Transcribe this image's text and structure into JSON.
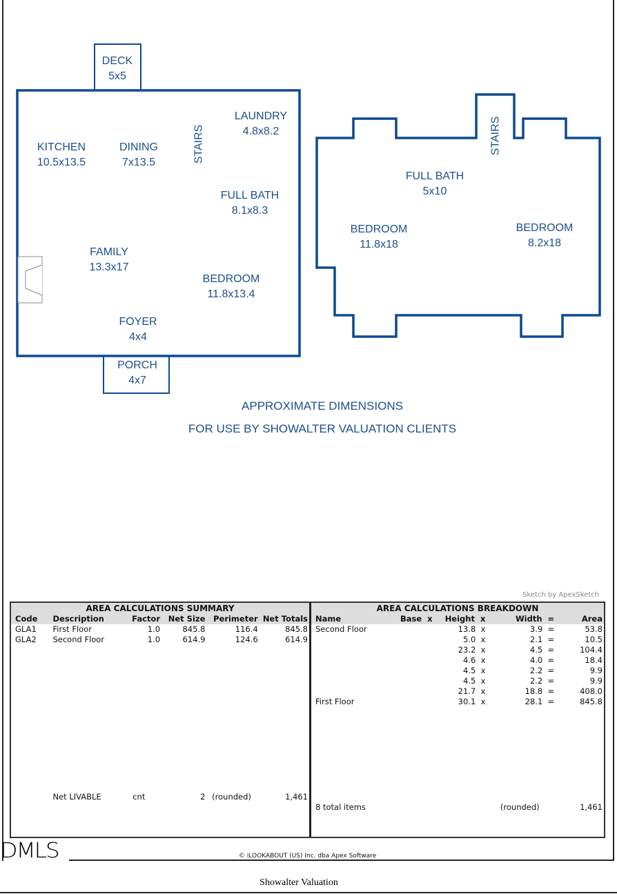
{
  "colors": {
    "wall": "#0d4a90",
    "label": "#1b4f8f"
  },
  "first_floor": {
    "rooms": [
      {
        "name": "DECK",
        "dims": "5x5"
      },
      {
        "name": "KITCHEN",
        "dims": "10.5x13.5"
      },
      {
        "name": "DINING",
        "dims": "7x13.5"
      },
      {
        "name": "LAUNDRY",
        "dims": "4.8x8.2"
      },
      {
        "name": "FULL BATH",
        "dims": "8.1x8.3"
      },
      {
        "name": "FAMILY",
        "dims": "13.3x17"
      },
      {
        "name": "BEDROOM",
        "dims": "11.8x13.4"
      },
      {
        "name": "FOYER",
        "dims": "4x4"
      },
      {
        "name": "PORCH",
        "dims": "4x7"
      }
    ],
    "stairs": "STAIRS"
  },
  "second_floor": {
    "rooms": [
      {
        "name": "FULL BATH",
        "dims": "5x10"
      },
      {
        "name": "BEDROOM",
        "dims": "11.8x18"
      },
      {
        "name": "BEDROOM",
        "dims": "8.2x18"
      }
    ],
    "stairs": "STAIRS"
  },
  "notes": [
    "APPROXIMATE DIMENSIONS",
    "FOR USE BY SHOWALTER VALUATION CLIENTS"
  ],
  "credit": "Sketch by ApexSketch",
  "summary": {
    "title": "AREA CALCULATIONS SUMMARY",
    "headers": [
      "Code",
      "Description",
      "Factor",
      "Net Size",
      "Perimeter",
      "Net Totals"
    ],
    "rows": [
      [
        "GLA1",
        "First Floor",
        "1.0",
        "845.8",
        "116.4",
        "845.8"
      ],
      [
        "GLA2",
        "Second Floor",
        "1.0",
        "614.9",
        "124.6",
        "614.9"
      ]
    ],
    "total": [
      "",
      "Net LIVABLE",
      "cnt",
      "2",
      "(rounded)",
      "1,461"
    ]
  },
  "breakdown": {
    "title": "AREA CALCULATIONS BREAKDOWN",
    "headers": [
      "Name",
      "Base  x",
      "Height  x",
      "Width  =",
      "Area"
    ],
    "rows": [
      [
        "Second Floor",
        "",
        "13.8  x",
        "3.9  =",
        "53.8"
      ],
      [
        "",
        "",
        "5.0  x",
        "2.1  =",
        "10.5"
      ],
      [
        "",
        "",
        "23.2  x",
        "4.5  =",
        "104.4"
      ],
      [
        "",
        "",
        "4.6  x",
        "4.0  =",
        "18.4"
      ],
      [
        "",
        "",
        "4.5  x",
        "2.2  =",
        "9.9"
      ],
      [
        "",
        "",
        "4.5  x",
        "2.2  =",
        "9.9"
      ],
      [
        "",
        "",
        "21.7  x",
        "18.8  =",
        "408.0"
      ],
      [
        "First Floor",
        "",
        "30.1  x",
        "28.1  =",
        "845.8"
      ]
    ],
    "total": [
      "8 total items",
      "",
      "",
      "(rounded)",
      "1,461"
    ]
  },
  "logo": "DMLS",
  "copyright": "© iLOOKABOUT (US) Inc. dba Apex Software",
  "footer": "Showalter Valuation"
}
